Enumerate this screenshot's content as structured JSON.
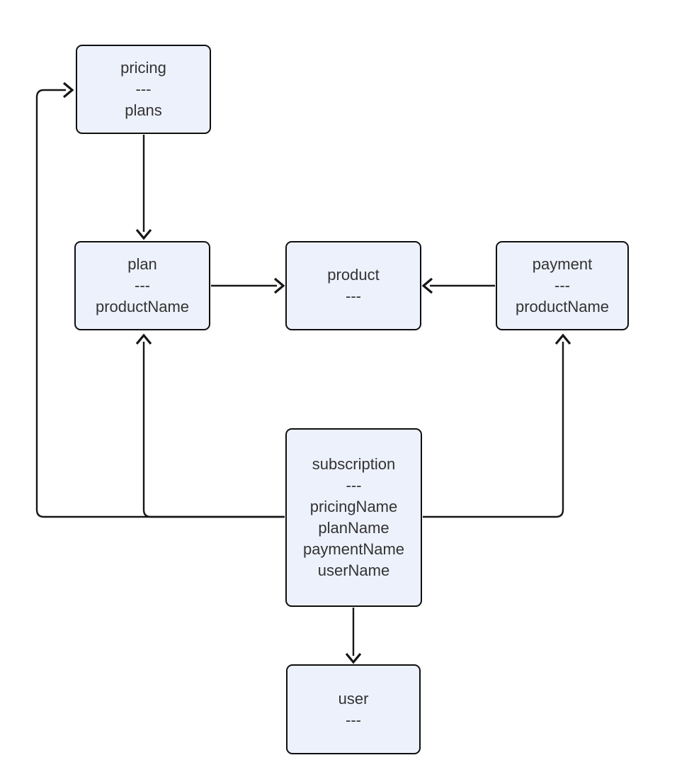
{
  "diagram": {
    "type": "flowchart",
    "background_color": "#ffffff",
    "node_fill_color": "#edf1fb",
    "node_border_color": "#0f0f0f",
    "edge_color": "#161616",
    "text_color": "#333333"
  },
  "nodes": [
    {
      "id": "pricing",
      "title": "pricing",
      "separator": "---",
      "attributes": [
        "plans"
      ]
    },
    {
      "id": "plan",
      "title": "plan",
      "separator": "---",
      "attributes": [
        "productName"
      ]
    },
    {
      "id": "product",
      "title": "product",
      "separator": "---",
      "attributes": []
    },
    {
      "id": "payment",
      "title": "payment",
      "separator": "---",
      "attributes": [
        "productName"
      ]
    },
    {
      "id": "subscription",
      "title": "subscription",
      "separator": "---",
      "attributes": [
        "pricingName",
        "planName",
        "paymentName",
        "userName"
      ]
    },
    {
      "id": "user",
      "title": "user",
      "separator": "---",
      "attributes": []
    }
  ],
  "edges": [
    {
      "from": "pricing",
      "to": "plan"
    },
    {
      "from": "plan",
      "to": "product"
    },
    {
      "from": "payment",
      "to": "product"
    },
    {
      "from": "subscription",
      "to": "pricing"
    },
    {
      "from": "subscription",
      "to": "plan"
    },
    {
      "from": "subscription",
      "to": "payment"
    },
    {
      "from": "subscription",
      "to": "user"
    }
  ]
}
